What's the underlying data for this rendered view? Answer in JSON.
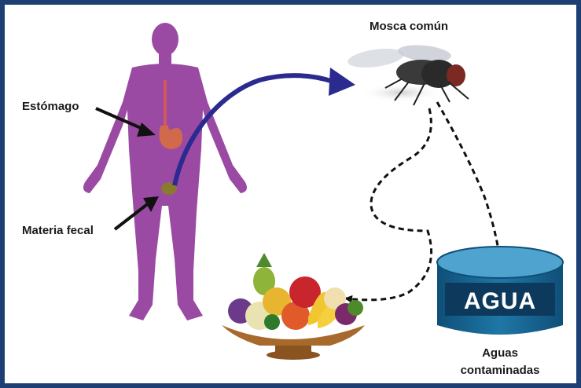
{
  "labels": {
    "stomach": "Estómago",
    "feces": "Materia fecal",
    "fly": "Mosca común",
    "water_sign": "AGUA",
    "water_caption_line1": "Aguas",
    "water_caption_line2": "contaminadas"
  },
  "colors": {
    "background_border": "#1d3f73",
    "body_silhouette": "#9b4aa3",
    "transmission_arrow": "#2b2a8f",
    "water_tank": "#1d6e9a",
    "dashed_path": "#111111"
  }
}
